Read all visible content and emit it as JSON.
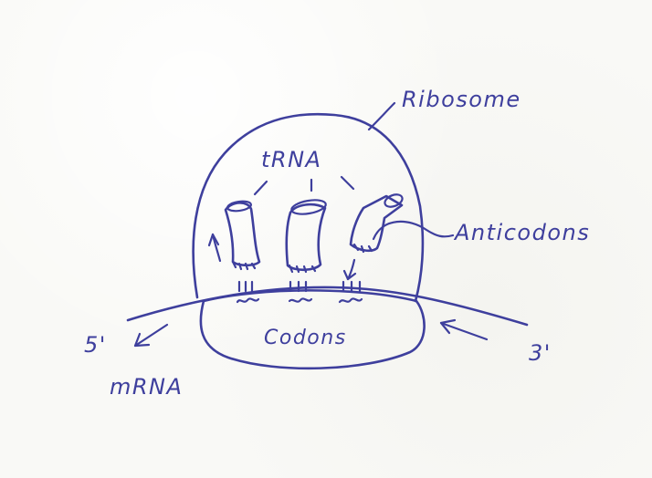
{
  "colors": {
    "ink": "#3e3f9d",
    "paper": "#f9f9f6"
  },
  "labels": {
    "ribosome": "Ribosome",
    "trna": "tRNA",
    "anticodons": "Anticodons",
    "codons": "Codons",
    "mrna": "mRNA",
    "five_prime": "5'",
    "three_prime": "3'"
  }
}
